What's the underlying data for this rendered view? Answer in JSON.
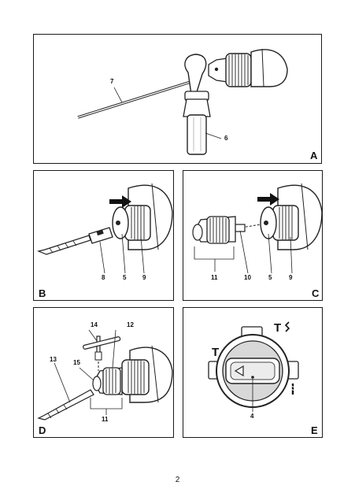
{
  "page_number": "2",
  "panels": {
    "A": {
      "label": "A",
      "callouts": {
        "c7": "7",
        "c6": "6"
      }
    },
    "B": {
      "label": "B",
      "callouts": {
        "c8": "8",
        "c5": "5",
        "c9": "9"
      }
    },
    "C": {
      "label": "C",
      "callouts": {
        "c11": "11",
        "c10": "10",
        "c5": "5",
        "c9": "9"
      }
    },
    "D": {
      "label": "D",
      "callouts": {
        "c14": "14",
        "c12": "12",
        "c13": "13",
        "c15": "15",
        "c11": "11"
      }
    },
    "E": {
      "label": "E",
      "callouts": {
        "c4": "4"
      },
      "dial": {
        "left_symbol": "T",
        "top_symbol": "T"
      }
    }
  },
  "icons": [
    "push-arrow-icon",
    "hammer-drill-symbol-icon",
    "drill-bit-symbol-icon",
    "triangle-pointer-icon"
  ]
}
